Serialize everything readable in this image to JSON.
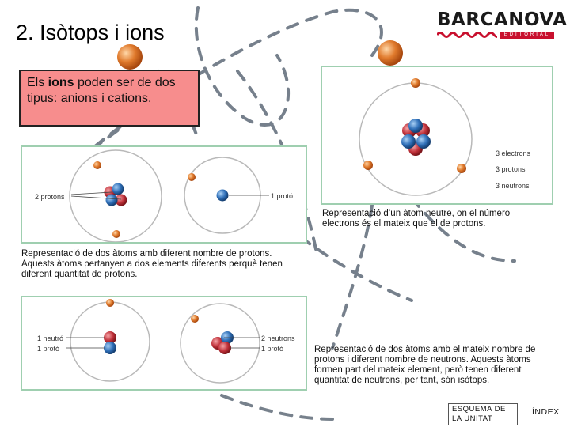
{
  "header": {
    "title": "2. Isòtops i ions",
    "logo_text": "BARCANOVA",
    "logo_sub": "EDITORIAL"
  },
  "ions_box": {
    "text_before": "Els ",
    "bold_word": "ions",
    "text_after": " poden ser de dos tipus: anions i cations."
  },
  "figure_neutral_atom": {
    "labels": [
      "3 electrons",
      "3 protons",
      "3 neutrons"
    ],
    "caption": "Representació d’un àtom neutre, on el número electrons és el mateix que el de protons."
  },
  "figure_protons": {
    "left_label": "2 protons",
    "right_label": "1 protó",
    "caption": "Representació de dos àtoms amb diferent nombre de protons. Aquests àtoms pertanyen a dos elements diferents perquè tenen diferent quantitat de protons."
  },
  "figure_isotopes": {
    "left_label_neutron": "1 neutró",
    "left_label_proton": "1 protó",
    "right_label_neutrons": "2 neutrons",
    "right_label_proton": "1 protó",
    "caption": "Representació de dos àtoms amb el mateix nombre de protons i diferent nombre de neutrons. Aquests àtoms formen part del mateix element, però tenen diferent quantitat de neutrons, per tant, són isòtops."
  },
  "nav": {
    "scheme_label": "ESQUEMA DE LA UNITAT",
    "index_label": "ÍNDEX"
  },
  "colors": {
    "proton": "#c0313a",
    "neutron": "#2f6fb8",
    "electron": "#e07a2c",
    "ions_box_bg": "#f78d8d",
    "figure_border": "#9fcfb0"
  }
}
